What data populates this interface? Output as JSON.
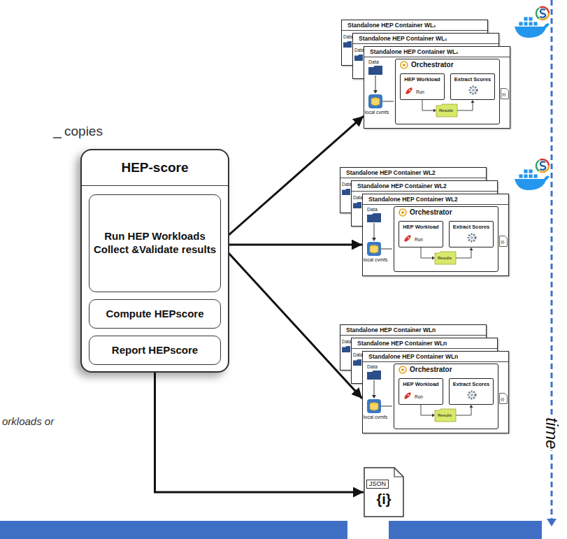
{
  "diagram": {
    "nodes": [
      {
        "text": [
          "HEP-score"
        ]
      },
      {
        "text": [
          "Run HEP Workloads Collect &Validate results"
        ],
        "in": 0
      },
      {
        "text": [
          "Compute HEPscore"
        ],
        "in": 0
      },
      {
        "text": [
          "Report HEPscore"
        ],
        "in": 0
      },
      {
        "text": [
          "Standalone HEP Container WL₁"
        ]
      },
      {
        "text": [
          "Standalone HEP Container WL₁"
        ]
      },
      {
        "text": [
          "Standalone HEP Container WL₁"
        ]
      },
      {
        "text": [
          "Orchestrator"
        ],
        "in": 6
      },
      {
        "text": [
          "HEP Workload",
          "Run"
        ],
        "in": 7
      },
      {
        "text": [
          "Extract Scores"
        ],
        "in": 7
      },
      {
        "text": [
          "Standalone HEP Container WL2"
        ]
      },
      {
        "text": [
          "Standalone HEP Container WL2"
        ]
      },
      {
        "text": [
          "Standalone HEP Container WL2"
        ]
      },
      {
        "text": [
          "Orchestrator"
        ],
        "in": 12
      },
      {
        "text": [
          "HEP Workload",
          "Run"
        ],
        "in": 13
      },
      {
        "text": [
          "Extract Scores"
        ],
        "in": 13
      },
      {
        "text": [
          "Standalone HEP Container WLn"
        ]
      },
      {
        "text": [
          "Standalone HEP Container WLn"
        ]
      },
      {
        "text": [
          "Standalone HEP Container WLn"
        ]
      },
      {
        "text": [
          "Orchestrator"
        ],
        "in": 18
      },
      {
        "text": [
          "HEP Workload",
          "Run"
        ],
        "in": 19
      },
      {
        "text": [
          "Extract Scores"
        ],
        "in": 19
      },
      {
        "text": [
          "JSON",
          "{i}"
        ]
      }
    ],
    "edges": [
      {
        "from": 1,
        "to": 6,
        "arrow": "to"
      },
      {
        "from": 1,
        "to": 12,
        "arrow": "to"
      },
      {
        "from": 1,
        "to": 18,
        "arrow": "to"
      },
      {
        "from": 3,
        "to": 22,
        "arrow": "to"
      }
    ],
    "labels": [
      "copies",
      "Data",
      "Data",
      "Data",
      "local cvmfs",
      "Results",
      "{i}",
      "Data",
      "Data",
      "Data",
      "local cvmfs",
      "Results",
      "{i}",
      "Data",
      "Data",
      "Data",
      "local cvmfs",
      "Results",
      "{i}",
      "orkloads or",
      "time"
    ]
  }
}
